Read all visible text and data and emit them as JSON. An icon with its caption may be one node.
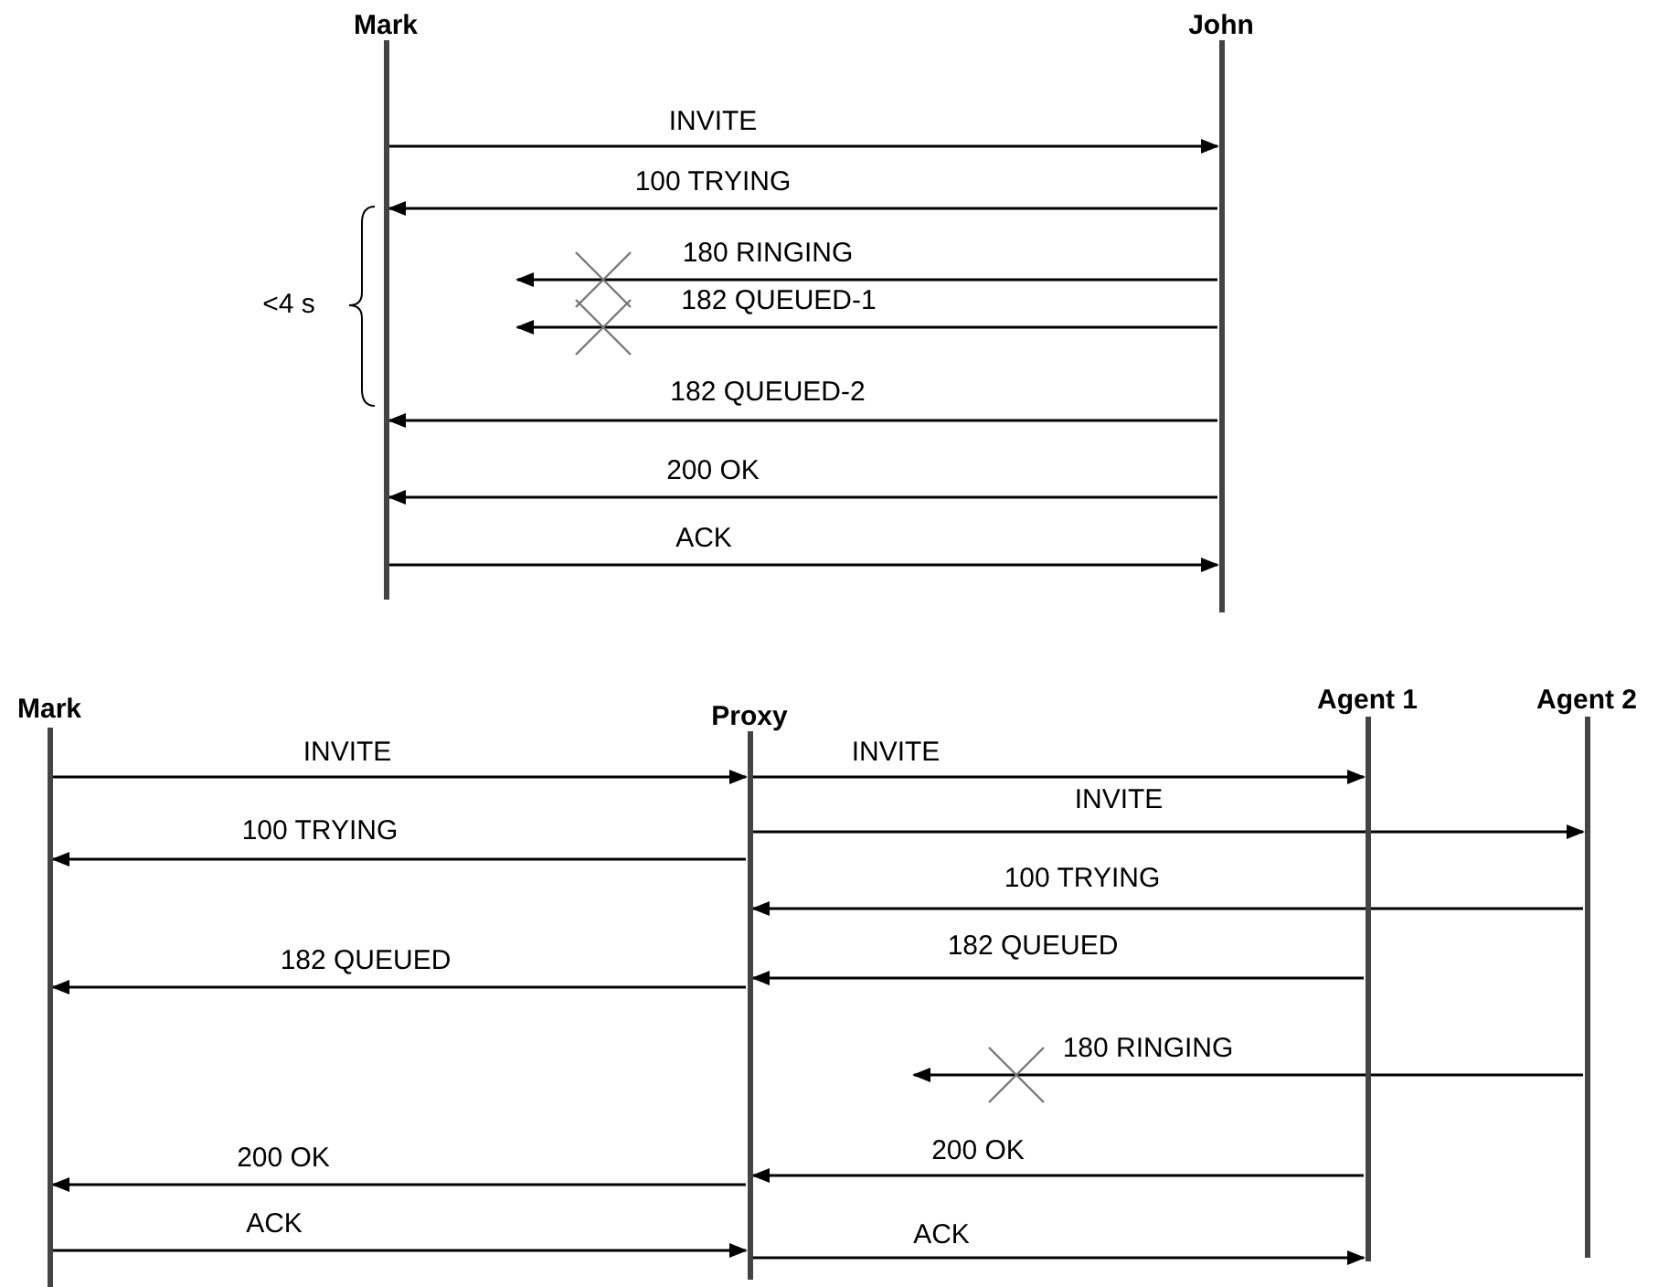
{
  "diagram": {
    "nodes": [
      {
        "text": [
          "Mark"
        ]
      },
      {
        "text": [
          "John"
        ]
      },
      {
        "text": [
          "Mark"
        ]
      },
      {
        "text": [
          "Proxy"
        ]
      },
      {
        "text": [
          "Agent 1"
        ]
      },
      {
        "text": [
          "Agent 2"
        ]
      }
    ],
    "edges": [
      {
        "from": 0,
        "to": 1,
        "arrow": "to",
        "label": "INVITE"
      },
      {
        "from": 1,
        "to": 0,
        "arrow": "to",
        "label": "100 TRYING"
      },
      {
        "from": 1,
        "to": null,
        "arrow": "to",
        "label": "180 RINGING"
      },
      {
        "from": 1,
        "to": null,
        "arrow": "to",
        "label": "182 QUEUED-1"
      },
      {
        "from": 1,
        "to": 0,
        "arrow": "to",
        "label": "182 QUEUED-2"
      },
      {
        "from": 1,
        "to": 0,
        "arrow": "to",
        "label": "200 OK"
      },
      {
        "from": 0,
        "to": 1,
        "arrow": "to",
        "label": "ACK"
      },
      {
        "from": 2,
        "to": 3,
        "arrow": "to",
        "label": "INVITE"
      },
      {
        "from": 3,
        "to": 4,
        "arrow": "to",
        "label": "INVITE"
      },
      {
        "from": 3,
        "to": 5,
        "arrow": "to",
        "label": "INVITE"
      },
      {
        "from": 3,
        "to": 2,
        "arrow": "to",
        "label": "100 TRYING"
      },
      {
        "from": 5,
        "to": 3,
        "arrow": "to",
        "label": "100 TRYING"
      },
      {
        "from": 4,
        "to": 3,
        "arrow": "to",
        "label": "182 QUEUED"
      },
      {
        "from": 3,
        "to": 2,
        "arrow": "to",
        "label": "182 QUEUED"
      },
      {
        "from": 5,
        "to": null,
        "arrow": "to",
        "label": "180 RINGING"
      },
      {
        "from": 4,
        "to": 3,
        "arrow": "to",
        "label": "200 OK"
      },
      {
        "from": 3,
        "to": 2,
        "arrow": "to",
        "label": "200 OK"
      },
      {
        "from": 2,
        "to": 3,
        "arrow": "to",
        "label": "ACK"
      },
      {
        "from": 3,
        "to": 4,
        "arrow": "to",
        "label": "ACK"
      }
    ],
    "labels": [
      "<4 s"
    ]
  }
}
